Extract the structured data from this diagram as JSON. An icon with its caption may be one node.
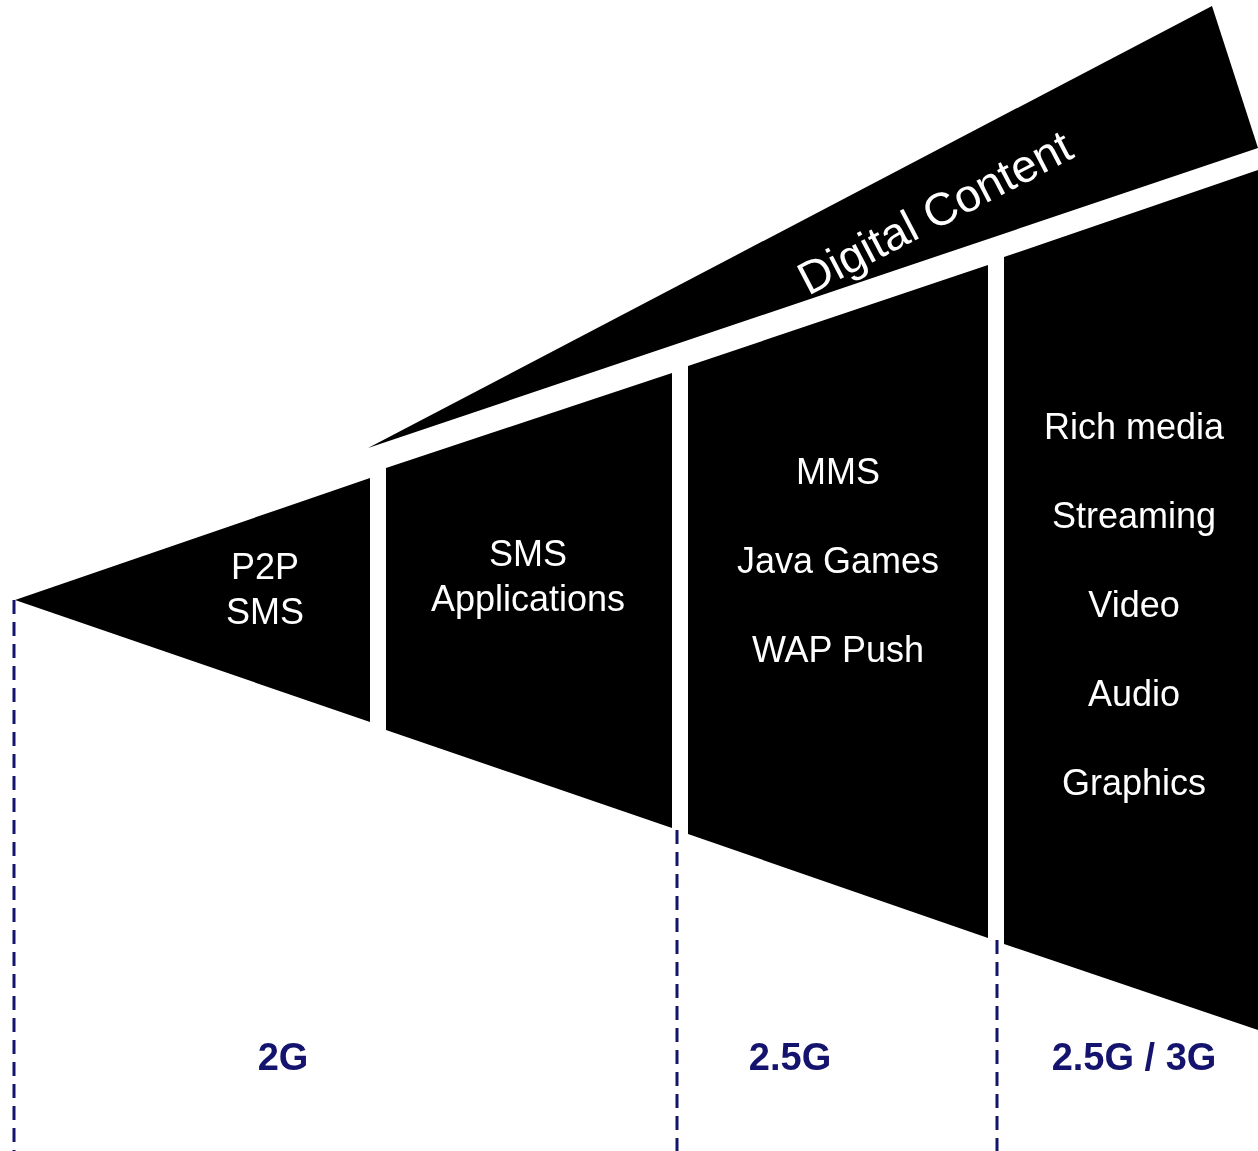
{
  "diagram": {
    "nodes": [
      {
        "text": [
          "P2P SMS"
        ]
      },
      {
        "text": [
          "SMS Applications"
        ]
      },
      {
        "text": [
          "MMS",
          "Java Games",
          "WAP Push"
        ]
      },
      {
        "text": [
          "Rich media",
          "Streaming",
          "Video",
          "Audio",
          "Graphics"
        ]
      },
      {
        "text": [
          "Digital Content"
        ]
      }
    ],
    "labels": [
      "2G",
      "2.5G",
      "2.5G / 3G"
    ]
  }
}
